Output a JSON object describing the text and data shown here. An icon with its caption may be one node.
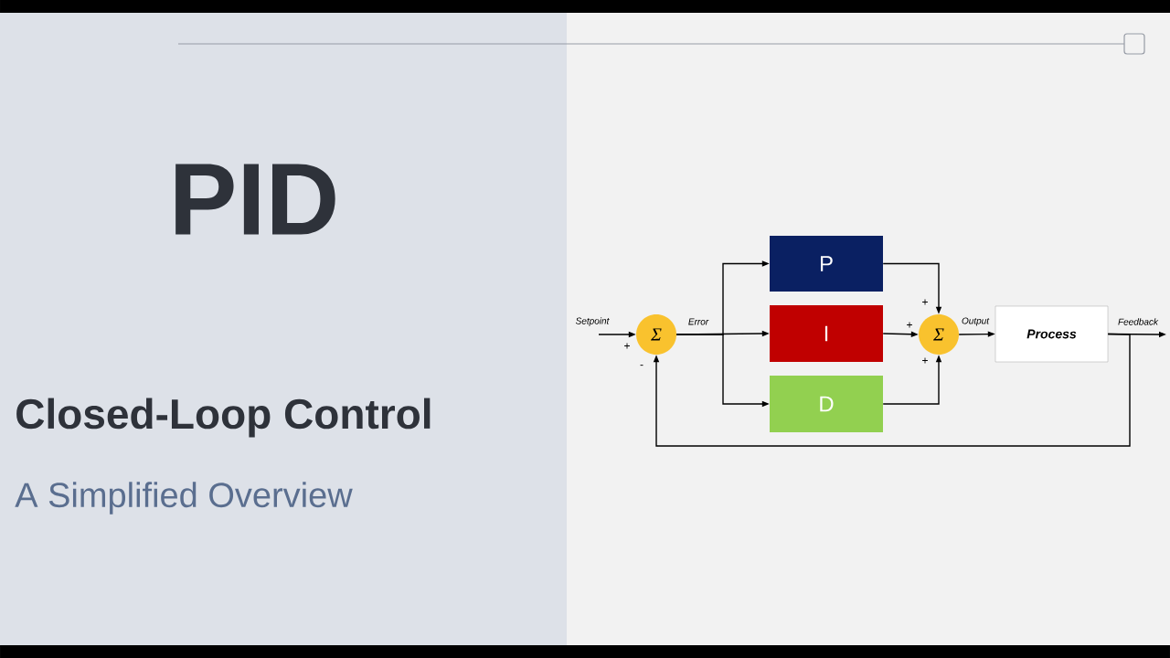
{
  "diagram": {
    "title": "PID",
    "nodes": [
      {
        "text": [
          "Σ"
        ]
      },
      {
        "text": [
          "P"
        ]
      },
      {
        "text": [
          "I"
        ]
      },
      {
        "text": [
          "D"
        ]
      },
      {
        "text": [
          "Σ"
        ]
      },
      {
        "text": [
          "Process"
        ]
      }
    ],
    "edges": [
      {
        "from": null,
        "to": 0,
        "arrow": "to",
        "label": "Setpoint"
      },
      {
        "from": 0,
        "to": 1,
        "arrow": "to"
      },
      {
        "from": 0,
        "to": 2,
        "arrow": "to",
        "label": "Error"
      },
      {
        "from": 0,
        "to": 3,
        "arrow": "to"
      },
      {
        "from": 1,
        "to": 4,
        "arrow": "to"
      },
      {
        "from": 2,
        "to": 4,
        "arrow": "to"
      },
      {
        "from": 3,
        "to": 4,
        "arrow": "to"
      },
      {
        "from": 4,
        "to": 5,
        "arrow": "to",
        "label": "Output"
      },
      {
        "from": 5,
        "to": null,
        "arrow": "to",
        "label": "Feedback"
      },
      {
        "from": 5,
        "to": 0,
        "arrow": "to"
      }
    ],
    "labels": [
      "Closed-Loop Control",
      "A Simplified Overview",
      "+",
      "-",
      "+",
      "+",
      "+"
    ]
  }
}
